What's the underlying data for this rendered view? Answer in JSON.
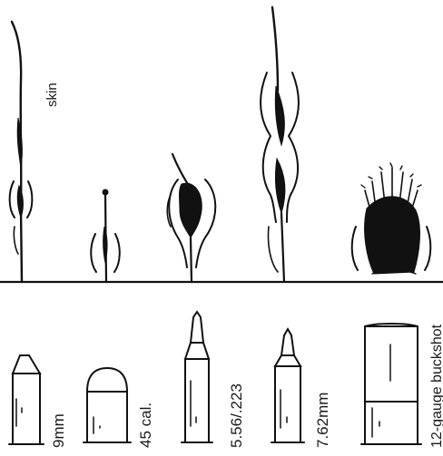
{
  "skin_label": "skin",
  "rounds": [
    {
      "id": "9mm",
      "label": "9mm"
    },
    {
      "id": "45cal",
      "label": "45 cal."
    },
    {
      "id": "556",
      "label": "5.56/.223"
    },
    {
      "id": "762",
      "label": "7.62mm"
    },
    {
      "id": "12ga",
      "label": "12-gauge buckshot"
    }
  ],
  "colors": {
    "ink": "#111111",
    "background": "#ffffff"
  }
}
